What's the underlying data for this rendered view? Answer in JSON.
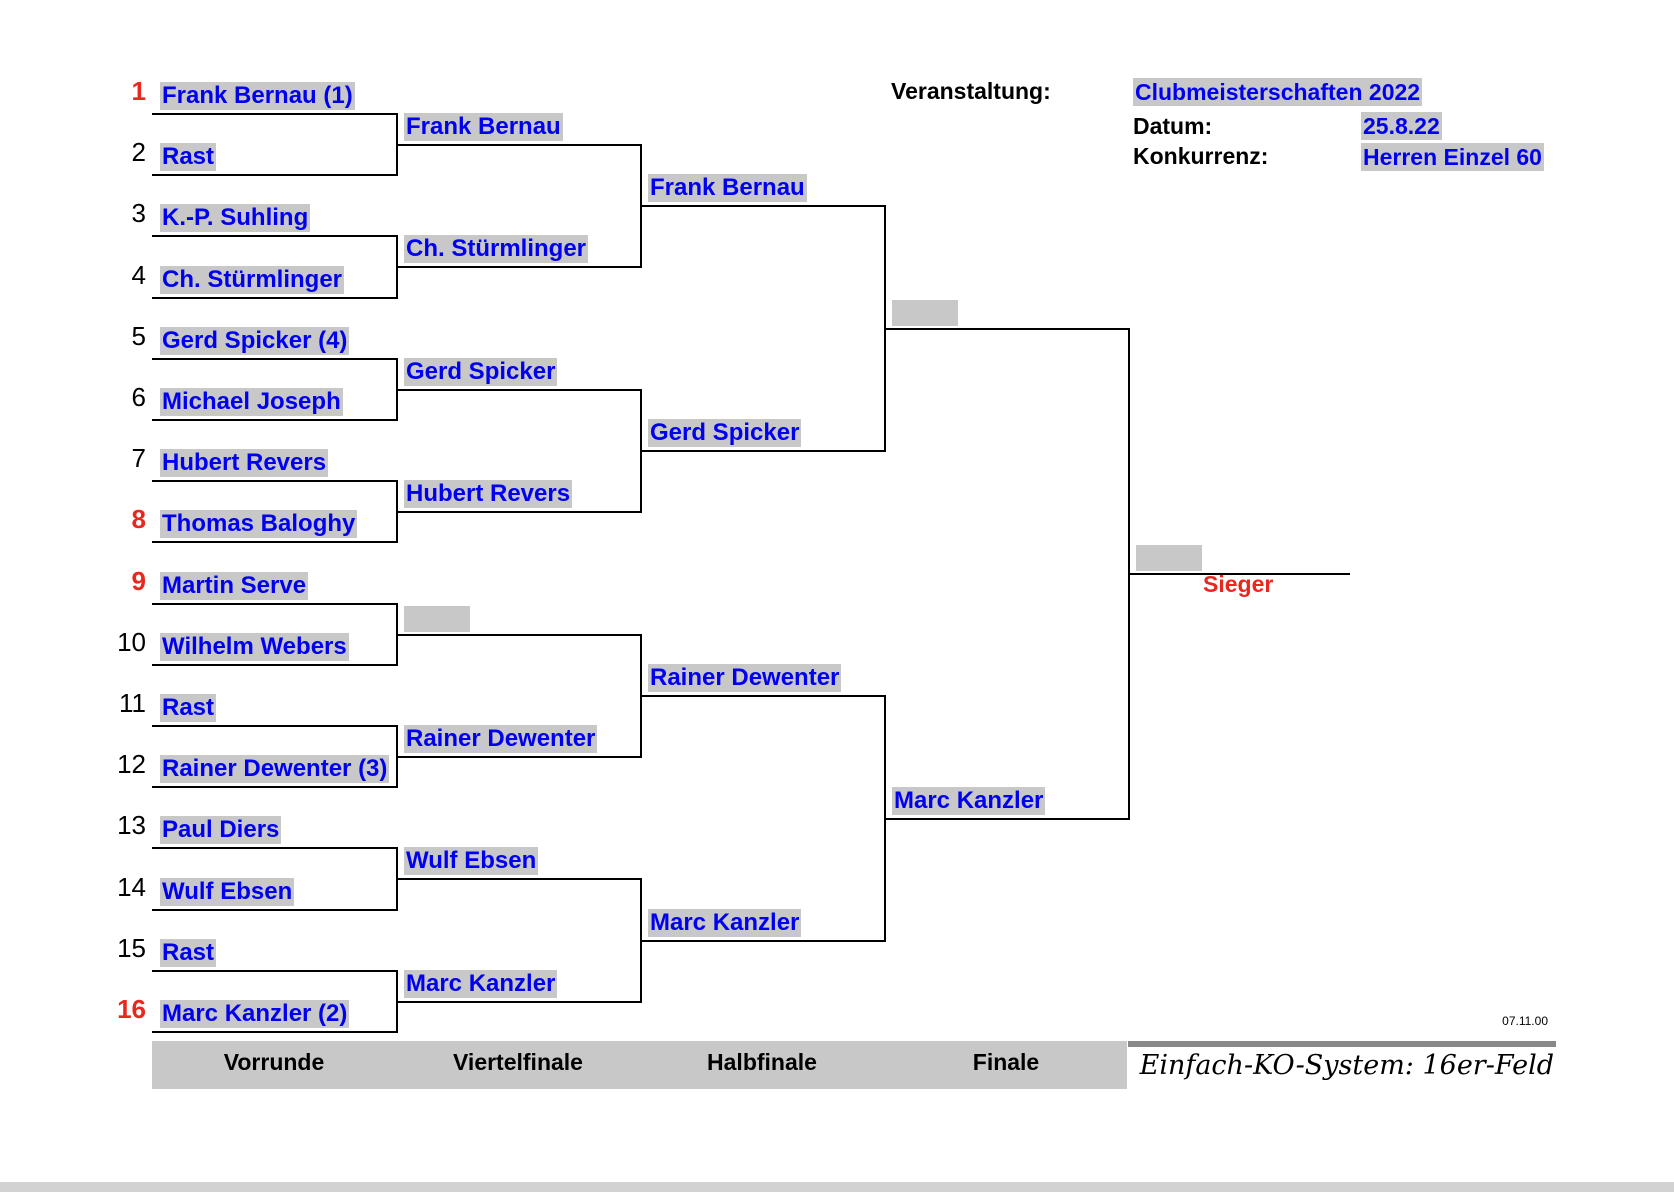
{
  "event": {
    "label": "Veranstaltung:",
    "value": "Clubmeisterschaften 2022",
    "date_label": "Datum:",
    "date_value": "25.8.22",
    "competition_label": "Konkurrenz:",
    "competition_value": "Herren Einzel 60"
  },
  "draw": [
    {
      "num": "1",
      "name": "Frank Bernau (1)",
      "seed": true
    },
    {
      "num": "2",
      "name": "Rast",
      "seed": false
    },
    {
      "num": "3",
      "name": "K.-P. Suhling",
      "seed": false
    },
    {
      "num": "4",
      "name": "Ch. Stürmlinger",
      "seed": false
    },
    {
      "num": "5",
      "name": "Gerd Spicker (4)",
      "seed": false
    },
    {
      "num": "6",
      "name": "Michael Joseph",
      "seed": false
    },
    {
      "num": "7",
      "name": "Hubert Revers",
      "seed": false
    },
    {
      "num": "8",
      "name": "Thomas Baloghy",
      "seed": true
    },
    {
      "num": "9",
      "name": "Martin Serve",
      "seed": true
    },
    {
      "num": "10",
      "name": "Wilhelm Webers",
      "seed": false
    },
    {
      "num": "11",
      "name": "Rast",
      "seed": false
    },
    {
      "num": "12",
      "name": "Rainer Dewenter (3)",
      "seed": false
    },
    {
      "num": "13",
      "name": "Paul Diers",
      "seed": false
    },
    {
      "num": "14",
      "name": "Wulf Ebsen",
      "seed": false
    },
    {
      "num": "15",
      "name": "Rast",
      "seed": false
    },
    {
      "num": "16",
      "name": "Marc Kanzler (2)",
      "seed": true
    }
  ],
  "quarterfinal": [
    "Frank Bernau",
    "Ch. Stürmlinger",
    "Gerd Spicker",
    "Hubert Revers",
    "",
    "Rainer Dewenter",
    "Wulf Ebsen",
    "Marc Kanzler"
  ],
  "semifinal": [
    "Frank Bernau",
    "Gerd Spicker",
    "Rainer Dewenter",
    "Marc Kanzler"
  ],
  "final": [
    "",
    "Marc Kanzler"
  ],
  "winner": "",
  "winner_label": "Sieger",
  "rounds": [
    "Vorrunde",
    "Viertelfinale",
    "Halbfinale",
    "Finale"
  ],
  "system_title": "Einfach-KO-System:  16er-Feld",
  "stamp": "07.11.00",
  "colors": {
    "name_text": "#0000ee",
    "name_bg": "#c8c8c8",
    "seed_number": "#e8281e",
    "winner_label": "#e8281e"
  }
}
